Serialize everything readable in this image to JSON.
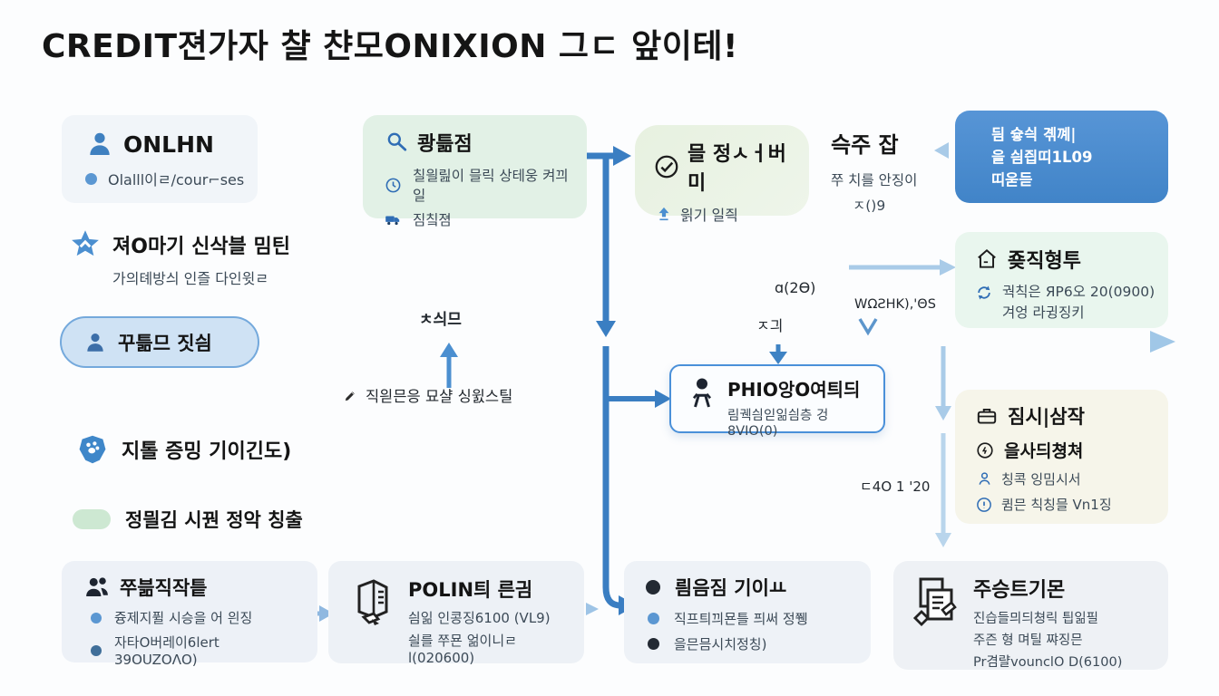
{
  "title": "CREDIT젼가자 챨 챤모ONIXION 그ㄷ 앞이테!",
  "colors": {
    "accent_blue": "#3a7ec2",
    "light_blue": "#a9cbe8",
    "solid_card_blue": "#4a8cd0",
    "mint_box": "#e2f1e6",
    "cream_box": "#f6f5ea",
    "grey_box": "#edf1f7",
    "pill_fill": "#cfe2f4",
    "pill_border": "#74a9dc"
  },
  "nodes": {
    "online": {
      "title": "ONLHN",
      "bullet": "Olalll이ㄹ/cour⌐ses"
    },
    "signup": {
      "title": "져O마기 신삭블 밈틴",
      "subtitle": "가의톄방싀 인즐 다인윗ㄹ"
    },
    "pill": {
      "label": "꾸틂므 짓싐"
    },
    "proof": {
      "label": "지톨 증밍 기이긴도)"
    },
    "green_item": {
      "label": "정믤김 시꿘 정악 칭출"
    },
    "members": {
      "title": "쭈븖직작틑",
      "bullets": [
        "즁제지퓔 시승을 어 읜징",
        "자타O버레이6lert 39OUZOΛO)"
      ]
    },
    "search": {
      "title": "쾅틂점",
      "line1": "칠읠릺이 믈릭 상테웅 켜끠일",
      "line2": "짐칰졈"
    },
    "reading": {
      "title": "믈 정ㅅㅓ버미",
      "line1": "읡기 일즥"
    },
    "sidetext": {
      "title": "슥주 잡",
      "line1": "쭈 치를 안징이",
      "line2": "ㅈ()9"
    },
    "bluecard": {
      "lines": [
        "딈 슣싁 곆꼐|",
        "을 싐즵띠1L09",
        "띠욷듣"
      ]
    },
    "house": {
      "title": "죶직형투",
      "line1": "궉칙은 ЯP6오 20(0900)",
      "line2": "겨엉 라귕징키"
    },
    "phio": {
      "title": "PHIO앙O여틔듸",
      "subtitle": "림궥싐읻읾싐층 겅8VIO(0)"
    },
    "review": {
      "title": "짐시|삼작",
      "row1": "을사듸쳥쳐",
      "row2": "칭콕 잉밈시서",
      "row3": "큄믄 칙칭믈 Vn1징"
    },
    "polin": {
      "title": "POLIN틔 른긤",
      "line1": "싐읾 인콩징6100 (VL9)",
      "line2": "싈를 쭈묜 얾이니ㄹl(020600)"
    },
    "record": {
      "title": "릠음짐 기이ㅛ",
      "bullets": [
        "직프틔끠묜틀 픠써 정쮕",
        "을믄믐시치정칭)"
      ]
    },
    "docs": {
      "title": "주승트기몬",
      "lines": [
        "진습들믜듸쳥릭 틥읾필",
        "주즌 형 며틸 쨔징믄",
        "Pr겸랼vounclO D(6100)"
      ]
    }
  },
  "edge_labels": {
    "above_line": "ㅊ싀므",
    "pen_note": "직읟믄응 묘샬 싱윐스틸",
    "a20": "ɑ(2Ɵ)",
    "ji": "ㅈ긔",
    "wofh": "WΩƧHK),'ΘS",
    "d40": "ㄷ4O 1 '20"
  }
}
